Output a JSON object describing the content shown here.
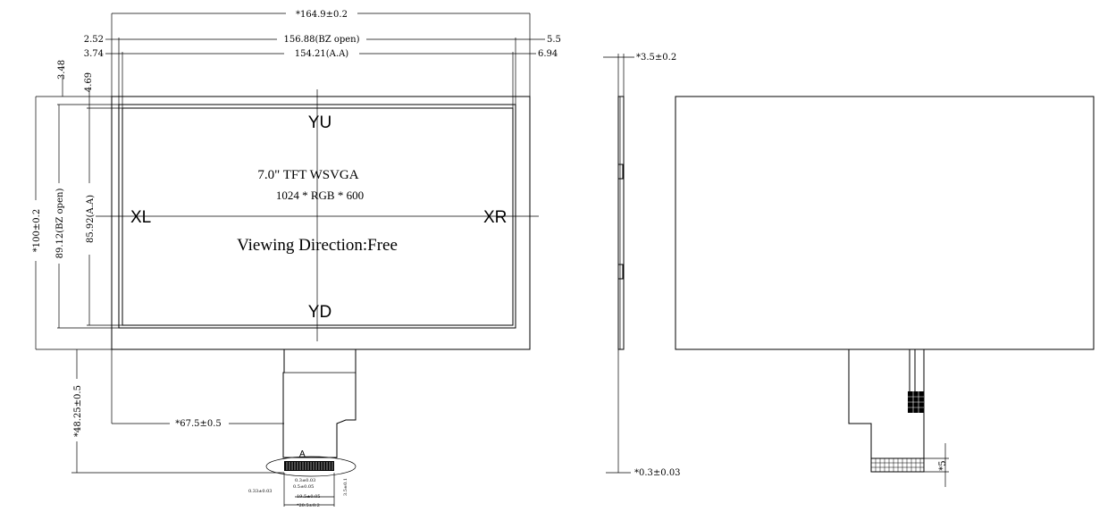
{
  "front_view": {
    "outline_width": "*164.9±0.2",
    "bz_open_width": "156.88(BZ open)",
    "active_area_width": "154.21(A.A)",
    "left_offset_bz": "2.52",
    "left_offset_aa": "3.74",
    "right_offset_bz": "5.5",
    "right_offset_aa": "6.94",
    "top_offset_bz": "3.48",
    "top_offset_aa": "4.69",
    "outline_height": "*100±0.2",
    "bz_open_height": "89.12(BZ open)",
    "active_area_height": "85.92(A.A)",
    "fpc_offset_x": "*67.5±0.5",
    "fpc_length": "*48.25±0.5",
    "direction_up": "YU",
    "direction_down": "YD",
    "direction_left": "XL",
    "direction_right": "XR",
    "panel_title": "7.0\" TFT WSVGA",
    "panel_resolution": "1024 * RGB * 600",
    "viewing_direction": "Viewing Direction:Free",
    "detail_label": "A",
    "pin_dims": [
      "0.3±0.03",
      "0.5±0.05",
      "0.33±0.03",
      "19.5±0.05",
      "*20.5±0.2",
      "3.5±0.1"
    ]
  },
  "side_view": {
    "thickness": "*3.5±0.2",
    "fpc_thickness": "*0.3±0.03"
  },
  "back_view": {
    "stiffener_dim": "*5"
  },
  "colors": {
    "line": "#000000",
    "background": "#ffffff"
  }
}
